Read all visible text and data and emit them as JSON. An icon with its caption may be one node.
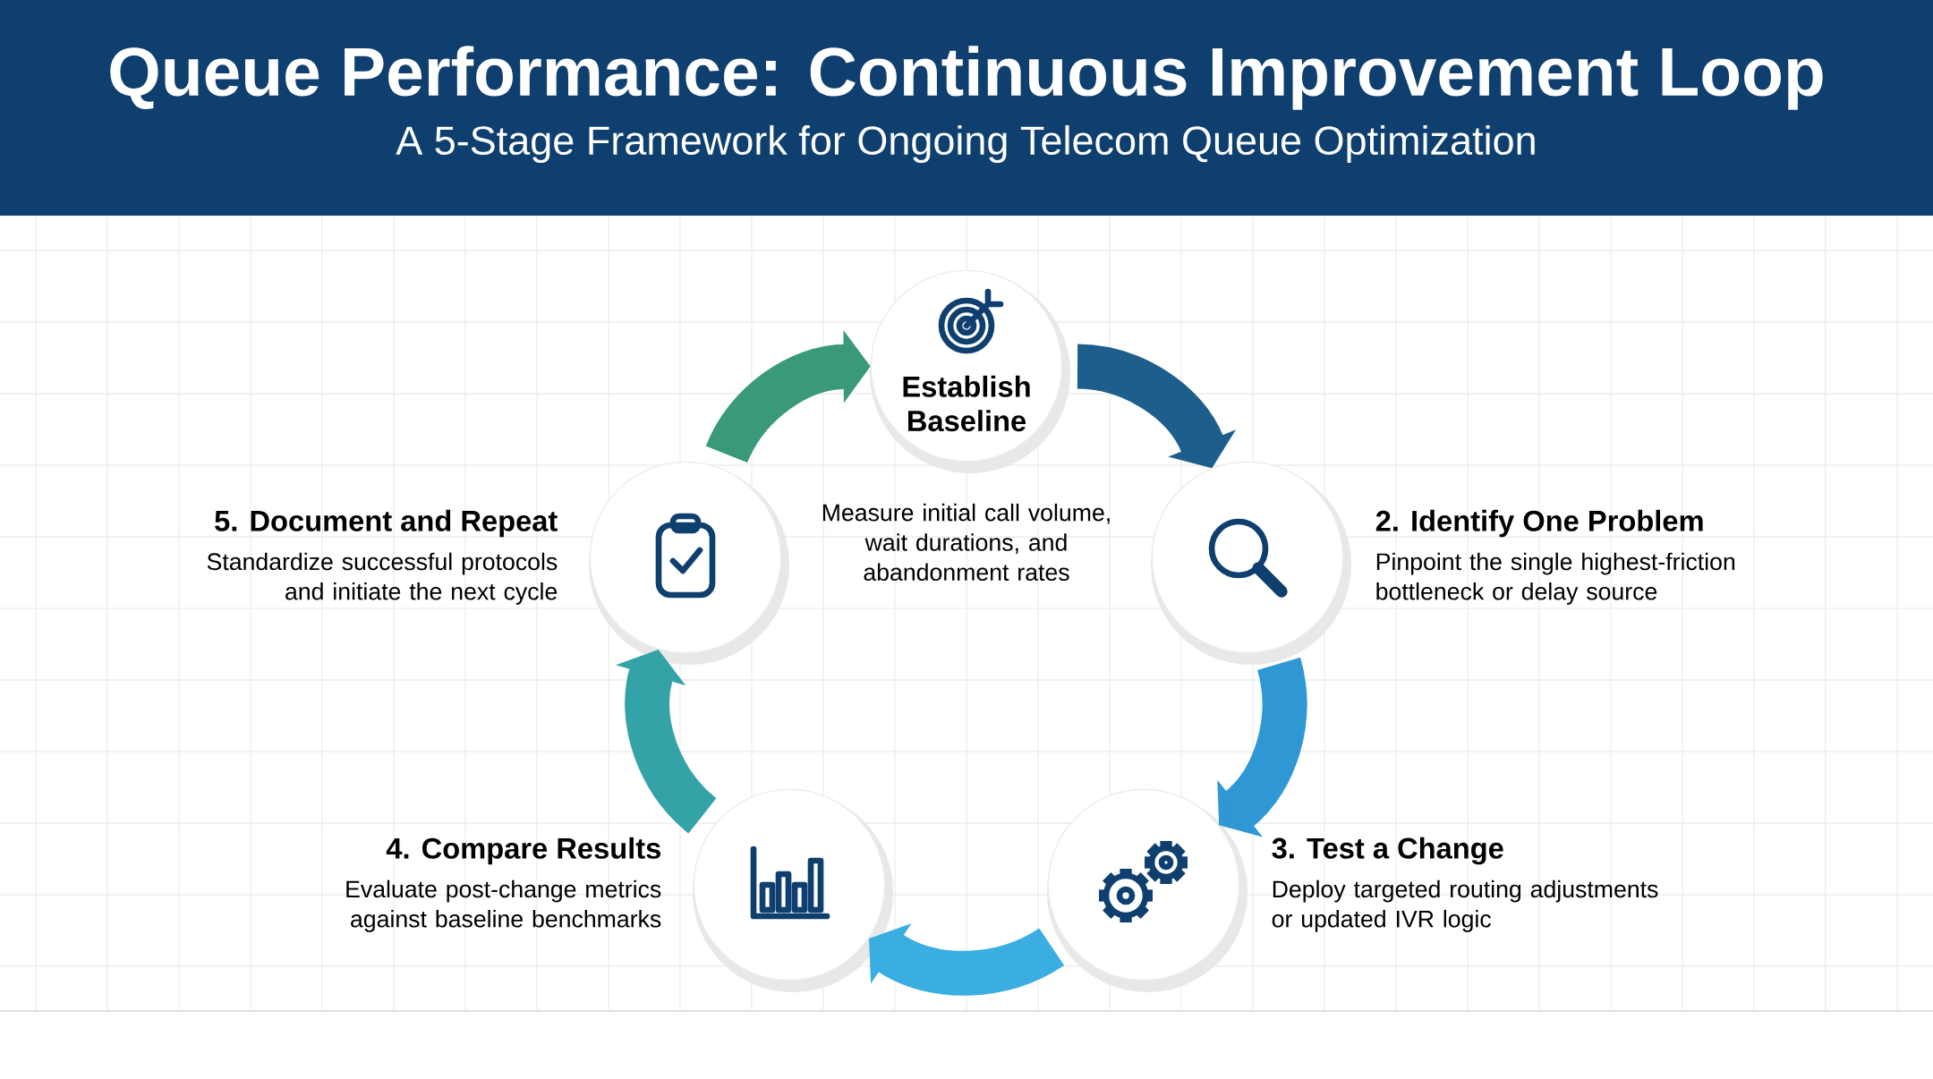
{
  "diagram": {
    "title": "Queue Performance: Continuous Improvement Loop",
    "caption": "A 5-Stage Framework for Ongoing Telecom Queue Optimization",
    "nodes": [
      {
        "text": [
          "Establish Baseline",
          "Measure initial call volume, wait durations, and abandonment rates"
        ]
      },
      {
        "text": [
          "2. Identify One Problem",
          "Pinpoint the single highest-friction bottleneck or delay source"
        ]
      },
      {
        "text": [
          "3. Test a Change",
          "Deploy targeted routing adjustments or updated IVR logic"
        ]
      },
      {
        "text": [
          "4. Compare Results",
          "Evaluate post-change metrics against baseline benchmarks"
        ]
      },
      {
        "text": [
          "5. Document and Repeat",
          "Standardize successful protocols and initiate the next cycle"
        ]
      }
    ],
    "edges": [
      {
        "from": 0,
        "to": 1,
        "arrow": "to",
        "color": "#1d5e8c"
      },
      {
        "from": 1,
        "to": 2,
        "arrow": "to",
        "color": "#2f97d4"
      },
      {
        "from": 2,
        "to": 3,
        "arrow": "to",
        "color": "#3aaee0"
      },
      {
        "from": 3,
        "to": 4,
        "arrow": "to",
        "color": "#33a3a8"
      },
      {
        "from": 4,
        "to": 0,
        "arrow": "to",
        "color": "#3a9a78"
      }
    ]
  }
}
